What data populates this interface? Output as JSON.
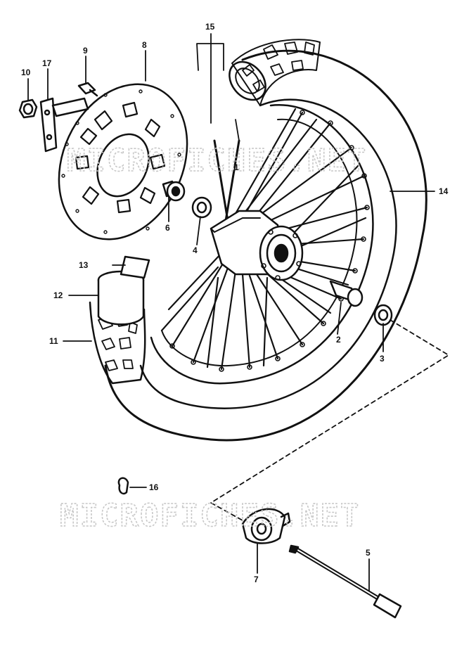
{
  "diagram": {
    "callouts": {
      "c1": "1",
      "c2": "2",
      "c3": "3",
      "c4": "4",
      "c5": "5",
      "c6": "6",
      "c7": "7",
      "c8": "8",
      "c9": "9",
      "c10": "10",
      "c11": "11",
      "c12": "12",
      "c13": "13",
      "c14": "14",
      "c15": "15",
      "c16": "16",
      "c17": "17"
    },
    "watermark": "MICROFICHES.NET"
  }
}
